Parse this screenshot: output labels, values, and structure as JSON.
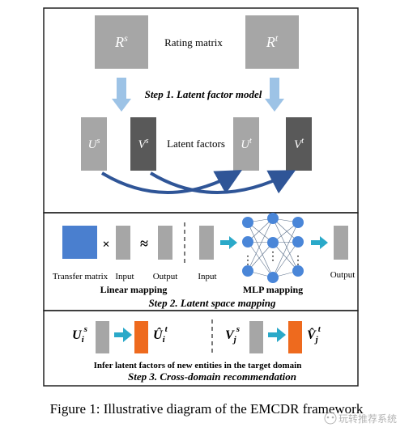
{
  "step1": {
    "rating_label": "Rating matrix",
    "latent_label": "Latent factors",
    "title": "Step 1. Latent factor model",
    "Rs": {
      "base": "R",
      "sup": "s"
    },
    "Rt": {
      "base": "R",
      "sup": "t"
    },
    "Us": {
      "base": "U",
      "sup": "s"
    },
    "Vs": {
      "base": "V",
      "sup": "s"
    },
    "Ut": {
      "base": "U",
      "sup": "t"
    },
    "Vt": {
      "base": "V",
      "sup": "t"
    }
  },
  "step2": {
    "multiply_sign": "×",
    "approx_sign": "≈",
    "transfer_label": "Transfer matrix",
    "input_label": "Input",
    "output_label": "Output",
    "mlp_input_label": "Input",
    "mlp_output_label": "Output",
    "linear_title": "Linear mapping",
    "mlp_title": "MLP mapping",
    "title": "Step 2. Latent space mapping",
    "dots": "⋮"
  },
  "step3": {
    "Ui": {
      "base": "U",
      "sub": "i",
      "sup": "s"
    },
    "Ui_hat": {
      "base": "Û",
      "sub": "i",
      "sup": "t"
    },
    "Vj": {
      "base": "V",
      "sub": "j",
      "sup": "s"
    },
    "Vj_hat": {
      "base": "V̂",
      "sub": "j",
      "sup": "t"
    },
    "infer_label": "Infer latent factors of new entities in the target domain",
    "title": "Step 3.  Cross-domain recommendation"
  },
  "caption": "Figure 1: Illustrative diagram of the EMCDR framework",
  "watermark": "玩转推荐系统",
  "colors": {
    "gray_light": "#a6a6a6",
    "gray_dark": "#595959",
    "blue_arrow": "#9dc3e6",
    "blue_square": "#4a7fcf",
    "teal_arrow": "#2aa9c9",
    "node_blue": "#4a86d8",
    "curve_navy": "#2f5597",
    "orange": "#ee6a1e",
    "border": "#222222"
  }
}
